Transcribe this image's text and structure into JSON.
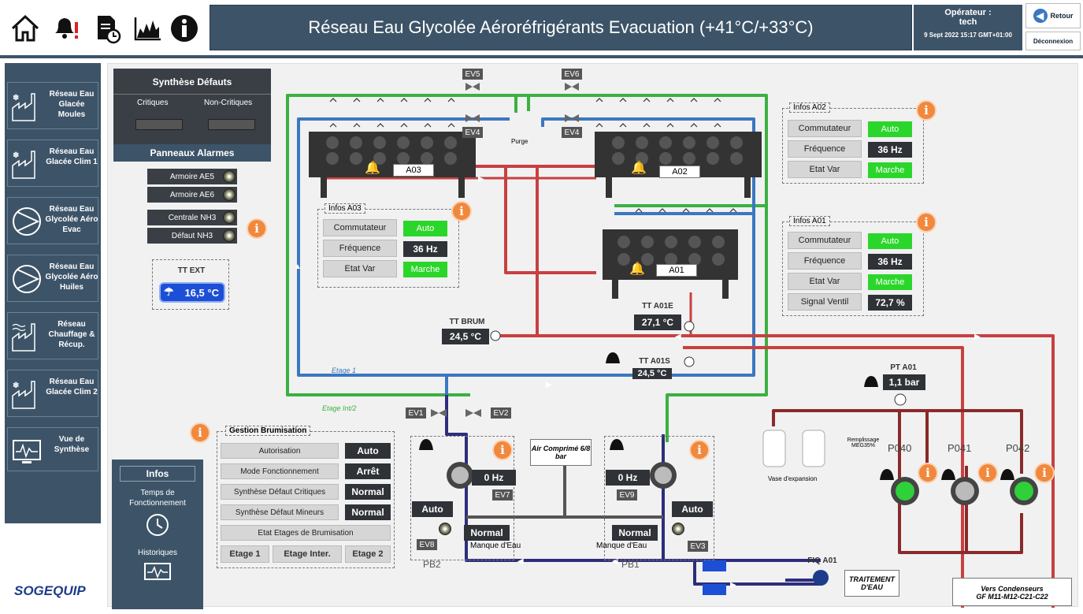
{
  "header": {
    "title": "Réseau Eau Glycolée Aéroréfrigérants Evacuation (+41°C/+33°C)",
    "operator_label": "Opérateur :",
    "operator_name": "tech",
    "datetime": "9 Sept 2022 15:17 GMT+01:00",
    "back_label": "Retour",
    "logout_label": "Déconnexion"
  },
  "toolbar_icons": [
    "home-icon",
    "alarm-bell-icon",
    "report-clock-icon",
    "trend-chart-icon",
    "info-icon"
  ],
  "sidebar": {
    "items": [
      {
        "label": "Réseau Eau Glacée Moules"
      },
      {
        "label": "Réseau Eau Glacée Clim 1"
      },
      {
        "label": "Réseau Eau Glycolée Aéro Evac"
      },
      {
        "label": "Réseau Eau Glycolée Aéro Huiles"
      },
      {
        "label": "Réseau Chauffage & Récup."
      },
      {
        "label": "Réseau Eau Glacée Clim 2"
      },
      {
        "label": "Vue de Synthèse"
      }
    ]
  },
  "infos_panel": {
    "title": "Infos",
    "uptime": "Temps de Fonctionnement",
    "history": "Historiques"
  },
  "logo": "SOGEQUIP",
  "synthese": {
    "title": "Synthèse Défauts",
    "critical": "Critiques",
    "non_critical": "Non-Critiques",
    "alarms": "Panneaux Alarmes"
  },
  "alarm_panels": [
    "Armoire AE5",
    "Armoire AE6",
    "Centrale NH3",
    "Défaut NH3"
  ],
  "tt_ext": {
    "label": "TT EXT",
    "value": "16,5 °C"
  },
  "a03": {
    "tag": "A03",
    "title": "Infos A03",
    "rows": [
      {
        "label": "Commutateur",
        "value": "Auto"
      },
      {
        "label": "Fréquence",
        "value": "36 Hz"
      },
      {
        "label": "Etat Var",
        "value": "Marche"
      }
    ]
  },
  "a02": {
    "tag": "A02",
    "title": "Infos A02",
    "rows": [
      {
        "label": "Commutateur",
        "value": "Auto"
      },
      {
        "label": "Fréquence",
        "value": "36 Hz"
      },
      {
        "label": "Etat Var",
        "value": "Marche"
      }
    ]
  },
  "a01": {
    "tag": "A01",
    "title": "Infos A01",
    "rows": [
      {
        "label": "Commutateur",
        "value": "Auto"
      },
      {
        "label": "Fréquence",
        "value": "36 Hz"
      },
      {
        "label": "Etat Var",
        "value": "Marche"
      },
      {
        "label": "Signal Ventil",
        "value": "72,7 %"
      }
    ]
  },
  "valves": {
    "ev5": "EV5",
    "ev6": "EV6",
    "ev4a": "EV4",
    "ev4b": "EV4",
    "ev1": "EV1",
    "ev2": "EV2",
    "ev7": "EV7",
    "ev8": "EV8",
    "ev9": "EV9",
    "ev3": "EV3"
  },
  "purge": "Purge",
  "tt_brum": {
    "label": "TT BRUM",
    "value": "24,5 °C"
  },
  "tt_a01e": {
    "label": "TT A01E",
    "value": "27,1 °C"
  },
  "tt_a01s": {
    "label": "TT A01S",
    "value": "24,5 °C"
  },
  "pt_a01": {
    "label": "PT A01",
    "value": "1,1 bar"
  },
  "etage1": "Etage 1",
  "etage_int": "Etage Int/2",
  "brumisation": {
    "title": "Gestion Brumisation",
    "rows": [
      {
        "label": "Autorisation",
        "value": "Auto"
      },
      {
        "label": "Mode Fonctionnement",
        "value": "Arrêt"
      },
      {
        "label": "Synthèse Défaut Critiques",
        "value": "Normal"
      },
      {
        "label": "Synthèse Défaut Mineurs",
        "value": "Normal"
      }
    ],
    "stages_title": "Etat Etages de Brumisation",
    "stages": [
      "Etage 1",
      "Etage Inter.",
      "Etage 2"
    ]
  },
  "pb2": {
    "name": "PB2",
    "hz": "0 Hz",
    "mode": "Auto",
    "state": "Normal",
    "water": "Manque d'Eau"
  },
  "pb1": {
    "name": "PB1",
    "hz": "0 Hz",
    "mode": "Auto",
    "state": "Normal",
    "water": "Manque d'Eau"
  },
  "air": "Air Comprimé 6/8 bar",
  "expansion": "Vase d'expansion",
  "filling": "Remplissage MEG35%",
  "pumps": [
    "P040",
    "P041",
    "P042"
  ],
  "fiq": "FIQ A01",
  "treatment": "TRAITEMENT D'EAU",
  "condensers": {
    "line1": "Vers Condenseurs",
    "line2": "GF M11-M12-C21-C22"
  },
  "colors": {
    "header": "#3d5468",
    "green_pipe": "#3cb043",
    "blue_pipe": "#3a78c0",
    "red_pipe": "#c84040",
    "navy_pipe": "#2e2e7c",
    "dark_red_pipe": "#8a2a2a",
    "accent": "#f0883d"
  }
}
